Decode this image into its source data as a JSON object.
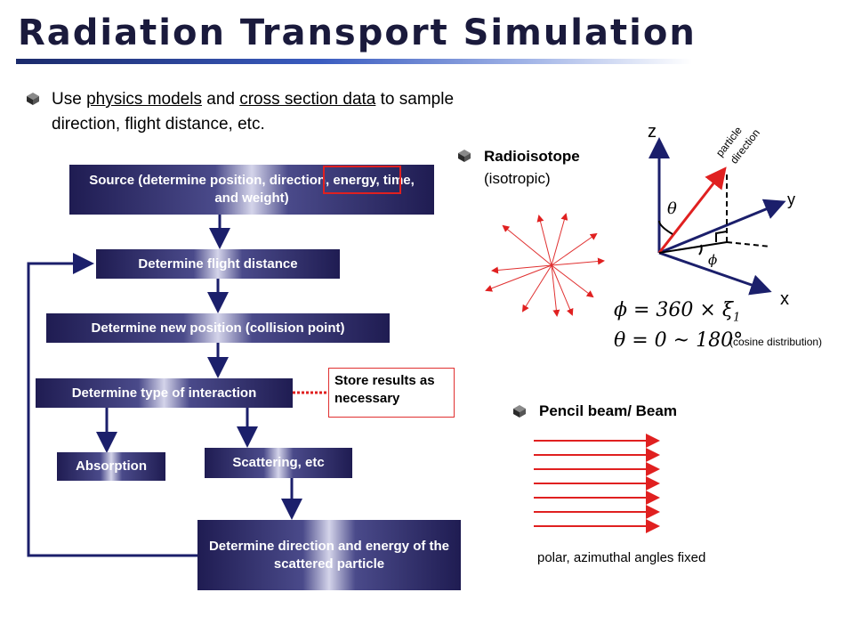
{
  "title": "Radiation Transport Simulation",
  "intro": {
    "prefix": "Use ",
    "link1": "physics models",
    "mid": " and ",
    "link2": "cross section data",
    "suffix": " to sample direction, flight distance, etc."
  },
  "flow": {
    "source": "Source (determine position, direction, energy, time, and weight)",
    "flight": "Determine flight distance",
    "position": "Determine new position (collision point)",
    "interaction": "Determine type of interaction",
    "absorption": "Absorption",
    "scattering": "Scattering, etc",
    "direction": "Determine direction and energy of the scattered particle",
    "store": "Store results as necessary"
  },
  "radioisotope": {
    "label": "Radioisotope",
    "sub": "(isotropic)"
  },
  "axes": {
    "z": "z",
    "y": "y",
    "x": "x",
    "particle_direction_1": "particle",
    "particle_direction_2": "direction",
    "theta": "θ",
    "phi": "ϕ"
  },
  "formulas": {
    "phi": "ϕ = 360 × ξ",
    "phi_sub": "1",
    "theta": "θ = 0 ~ 180°",
    "theta_note": "(cosine distribution)"
  },
  "pencil": {
    "label": "Pencil beam/ Beam",
    "caption": "polar, azimuthal angles fixed"
  },
  "colors": {
    "box_dark": "#1f1c52",
    "accent_red": "#e02020",
    "arrow_navy": "#1b1f6b"
  }
}
